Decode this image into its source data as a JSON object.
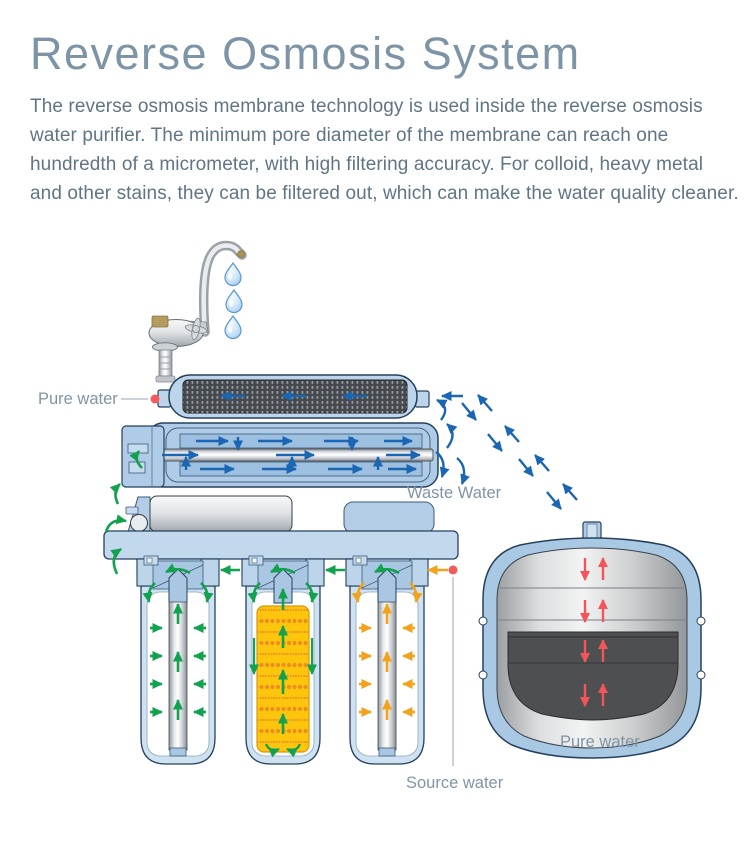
{
  "header": {
    "title": "Reverse Osmosis System",
    "description_lines": [
      "The reverse osmosis membrane technology is used inside the reverse osmosis",
      "water purifier. The minimum pore diameter of the membrane can reach one",
      "hundredth of a micrometer, with high filtering accuracy. For colloid, heavy metal",
      "and other stains, they can be filtered out, which can make the water quality cleaner."
    ]
  },
  "diagram": {
    "labels": {
      "pure_water_outlet": "Pure water",
      "waste_water": "Waste Water",
      "source_water": "Source water",
      "tank_pure_water": "Pure water"
    },
    "colors": {
      "title_text": "#7d94a6",
      "body_text": "#5f7584",
      "label_text": "#7f95a6",
      "blue_flow": "#1a66b2",
      "green_flow": "#12a14f",
      "orange_flow": "#f2a31d",
      "red_flow": "#f4555a",
      "red_dot": "#f45b5b",
      "housing_blue": "#bdd5ea",
      "housing_blue_dark": "#a9c7e3",
      "outline_navy": "#25415c",
      "carbon_dark": "#45494d",
      "media_yellow": "#fdc60d",
      "media_dots_orange": "#ee8d1f",
      "tank_shell_blue": "#a9c8e3",
      "bladder_gray": "#4e4f51"
    }
  }
}
